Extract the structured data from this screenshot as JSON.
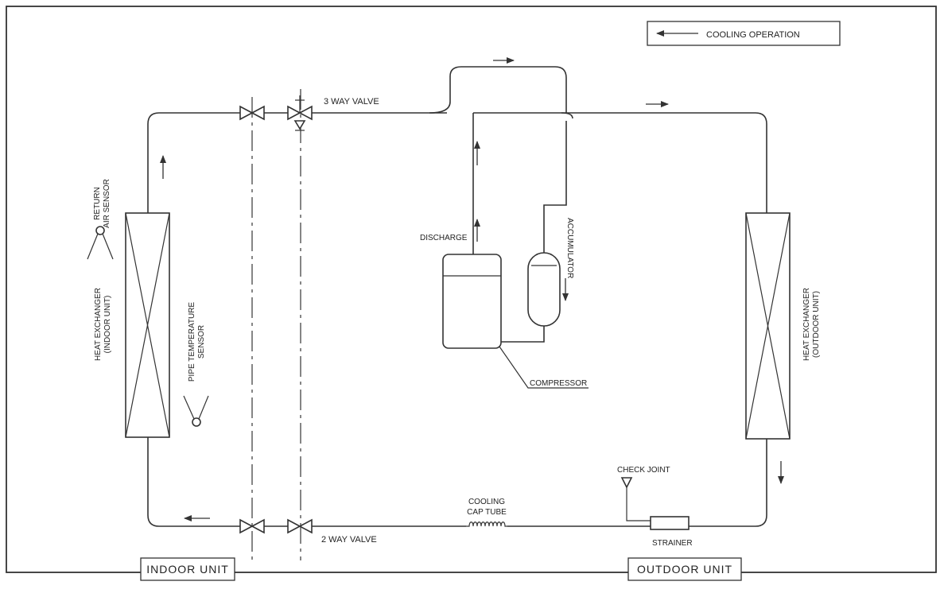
{
  "legend": {
    "text": "COOLING OPERATION"
  },
  "labels": {
    "three_way_valve": "3 WAY VALVE",
    "two_way_valve": "2 WAY VALVE",
    "discharge": "DISCHARGE",
    "accumulator": "ACCUMULATOR",
    "compressor": "COMPRESSOR",
    "check_joint": "CHECK JOINT",
    "strainer": "STRAINER",
    "cooling_cap_tube_1": "COOLING",
    "cooling_cap_tube_2": "CAP TUBE",
    "return_air_sensor_1": "RETURN",
    "return_air_sensor_2": "AIR SENSOR",
    "pipe_temp_sensor_1": "PIPE TEMPERATURE",
    "pipe_temp_sensor_2": "SENSOR",
    "hx_indoor_1": "HEAT EXCHANGER",
    "hx_indoor_2": "(INDOOR UNIT)",
    "hx_outdoor_1": "HEAT EXCHANGER",
    "hx_outdoor_2": "(OUTDOOR UNIT)"
  },
  "units": {
    "indoor": "INDOOR UNIT",
    "outdoor": "OUTDOOR UNIT"
  }
}
